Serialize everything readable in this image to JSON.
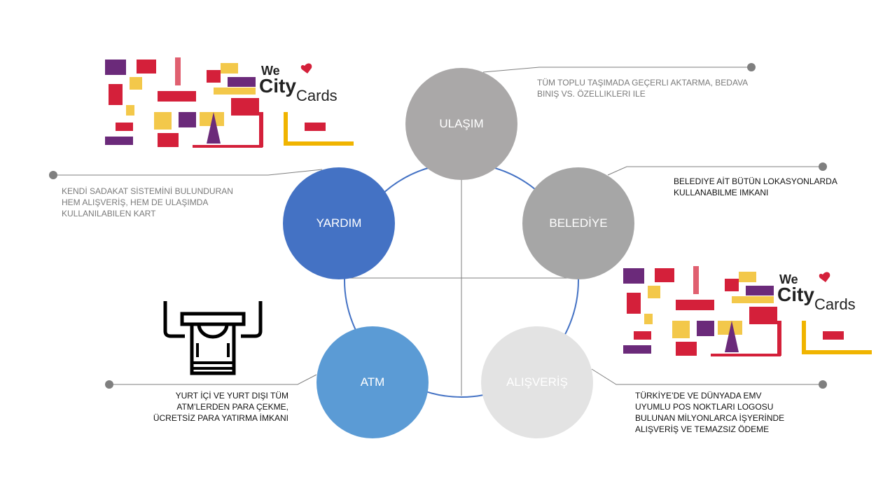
{
  "nodes": {
    "ulasim": {
      "label": "ULAŞIM",
      "color": "#aaa8a8",
      "description": [
        "TÜM TOPLU TAŞIMADA GEÇERLI AKTARMA, BEDAVA",
        "BINIŞ VS. ÖZELLIKLERI ILE"
      ]
    },
    "belediye": {
      "label": "BELEDİYE",
      "color": "#a6a6a6",
      "description": [
        "BELEDIYE AİT BÜTÜN LOKASYONLARDA",
        "KULLANABILME IMKANI"
      ]
    },
    "yardim": {
      "label": "YARDIM",
      "color": "#4472c4",
      "description": [
        "KENDİ SADAKAT SİSTEMİNİ BULUNDURAN",
        "HEM ALIŞVERİŞ, HEM DE ULAŞIMDA",
        "KULLANILABILEN KART"
      ]
    },
    "atm": {
      "label": "ATM",
      "color": "#5b9bd5",
      "description": [
        "YURT İÇİ VE YURT DIŞI TÜM",
        "ATM’LERDEN PARA ÇEKME,",
        "ÜCRETSİZ PARA YATIRMA İMKANI"
      ]
    },
    "alisveris": {
      "label": "ALIŞVERİŞ",
      "color": "#e3e3e3",
      "description": [
        "TÜRKİYE’DE VE DÜNYADA EMV",
        "UYUMLU POS NOKTLARI LOGOSU",
        "BULUNAN MİLYONLARCA İŞYERİNDE",
        "ALIŞVERİŞ VE TEMAZSIZ ÖDEME"
      ]
    }
  },
  "card_logo": {
    "line1": "We",
    "line2": "City",
    "line3": "Cards"
  },
  "colors": {
    "ring": "#4472c4",
    "connector": "#7f7f7f"
  }
}
